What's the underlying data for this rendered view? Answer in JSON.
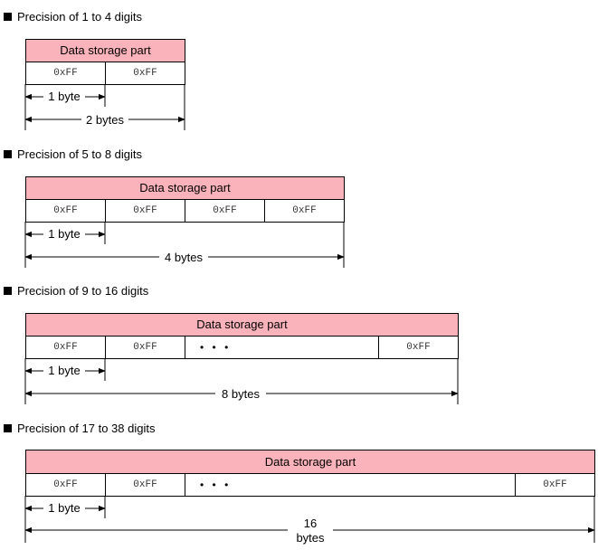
{
  "sections": [
    {
      "heading": "Precision of 1 to 4 digits",
      "header_label": "Data storage part",
      "cells": [
        "0xFF",
        "0xFF"
      ],
      "unit_label": "1 byte",
      "total_label": "2 bytes"
    },
    {
      "heading": "Precision of 5 to 8 digits",
      "header_label": "Data storage part",
      "cells": [
        "0xFF",
        "0xFF",
        "0xFF",
        "0xFF"
      ],
      "unit_label": "1 byte",
      "total_label": "4 bytes"
    },
    {
      "heading": "Precision of 9 to 16 digits",
      "header_label": "Data storage part",
      "cells": [
        "0xFF",
        "0xFF",
        "• • •",
        "0xFF"
      ],
      "unit_label": "1 byte",
      "total_label": "8 bytes"
    },
    {
      "heading": "Precision of 17 to 38 digits",
      "header_label": "Data storage part",
      "cells": [
        "0xFF",
        "0xFF",
        "• • •",
        "0xFF"
      ],
      "unit_label": "1 byte",
      "total_label_line1": "16",
      "total_label_line2": "bytes"
    }
  ],
  "colors": {
    "header_fill": "#fbb3bb",
    "line": "#000000"
  }
}
